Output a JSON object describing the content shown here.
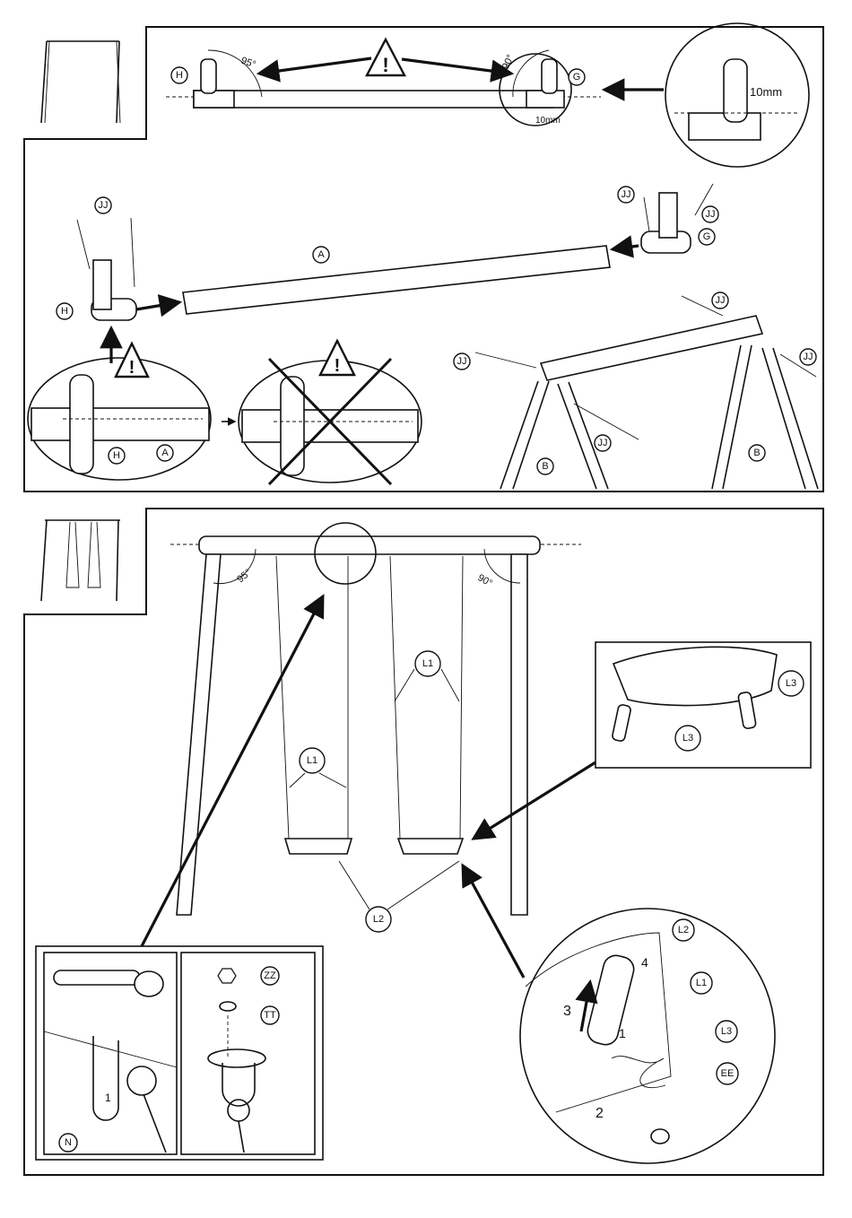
{
  "labels": {
    "H": "H",
    "G": "G",
    "A": "A",
    "B": "B",
    "JJ": "JJ",
    "L1": "L1",
    "L2": "L2",
    "L3": "L3",
    "N": "N",
    "ZZ": "ZZ",
    "TT": "TT",
    "EE": "EE"
  },
  "dimensions": {
    "angle_95": "95°",
    "angle_90": "90°",
    "offset_10mm": "10mm"
  },
  "steps": [
    "1",
    "2",
    "3",
    "4"
  ],
  "warning_glyph": "!",
  "icons": [
    "warning-triangle-icon",
    "frame-thumbnail-icon",
    "swing-frame-thumbnail-icon",
    "spanner-icon"
  ]
}
